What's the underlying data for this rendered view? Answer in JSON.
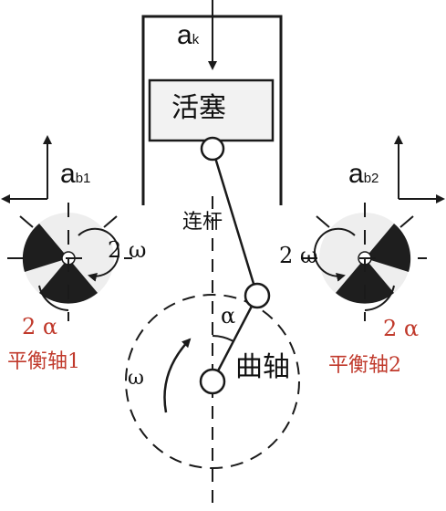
{
  "piston": {
    "label": "活塞",
    "accel": "a",
    "accel_sub": "k"
  },
  "connecting_rod": {
    "label": "连杆"
  },
  "crankshaft": {
    "label": "曲轴",
    "angle": "α",
    "speed": "ω"
  },
  "balance_shaft_1": {
    "accel": "a",
    "accel_sub": "b1",
    "speed": "2 ω",
    "angle": "2 α",
    "label": "平衡轴1"
  },
  "balance_shaft_2": {
    "accel": "a",
    "accel_sub": "b2",
    "speed": "2 ω",
    "angle": "2 α",
    "label": "平衡轴2"
  },
  "colors": {
    "stroke": "#1a1a1a",
    "red_text": "#c0392b",
    "piston_fill": "#f2f2f2",
    "dark_sector": "#1e1e1e"
  }
}
